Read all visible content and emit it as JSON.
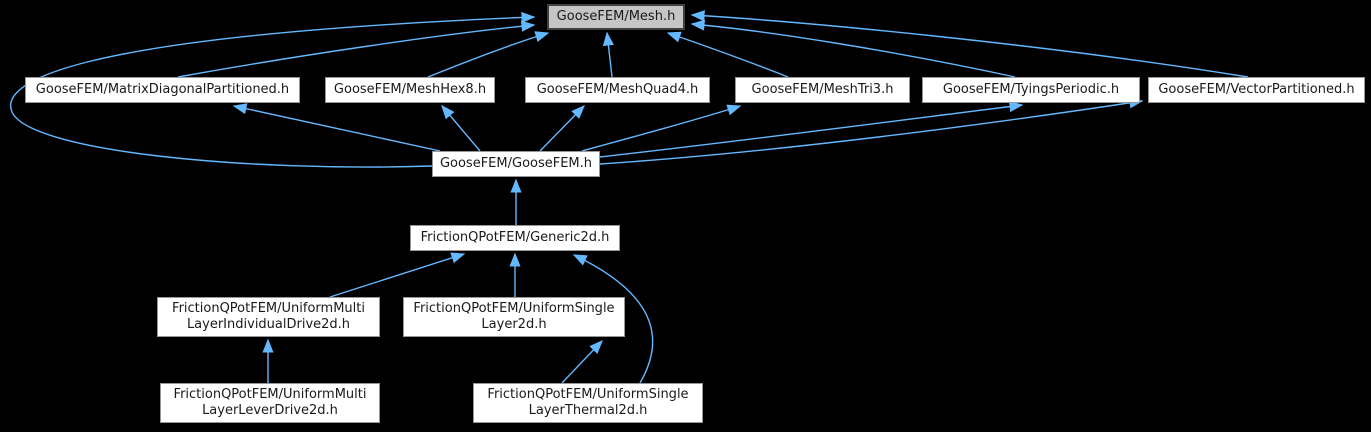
{
  "diagram": {
    "type": "include-dependency-graph",
    "highlighted_node": "GooseFEM/Mesh.h",
    "colors": {
      "background": "#000000",
      "edge": "#63b8ff",
      "node_fill": "#ffffff",
      "node_border": "#969696",
      "highlight_fill": "#c5c5c5",
      "highlight_border": "#404040",
      "text": "#1a1a1a"
    },
    "nodes": [
      {
        "id": "mesh",
        "line1": "GooseFEM/Mesh.h",
        "line2": "",
        "highlighted": true
      },
      {
        "id": "matrixdiagpart",
        "line1": "GooseFEM/MatrixDiagonalPartitioned.h",
        "line2": "",
        "highlighted": false
      },
      {
        "id": "meshhex8",
        "line1": "GooseFEM/MeshHex8.h",
        "line2": "",
        "highlighted": false
      },
      {
        "id": "meshquad4",
        "line1": "GooseFEM/MeshQuad4.h",
        "line2": "",
        "highlighted": false
      },
      {
        "id": "meshtri3",
        "line1": "GooseFEM/MeshTri3.h",
        "line2": "",
        "highlighted": false
      },
      {
        "id": "tyingsperiodic",
        "line1": "GooseFEM/TyingsPeriodic.h",
        "line2": "",
        "highlighted": false
      },
      {
        "id": "vectorpartitioned",
        "line1": "GooseFEM/VectorPartitioned.h",
        "line2": "",
        "highlighted": false
      },
      {
        "id": "goosefem",
        "line1": "GooseFEM/GooseFEM.h",
        "line2": "",
        "highlighted": false
      },
      {
        "id": "generic2d",
        "line1": "FrictionQPotFEM/Generic2d.h",
        "line2": "",
        "highlighted": false
      },
      {
        "id": "multilayer-individual",
        "line1": "FrictionQPotFEM/UniformMulti",
        "line2": "LayerIndividualDrive2d.h",
        "highlighted": false
      },
      {
        "id": "singlelayer2d",
        "line1": "FrictionQPotFEM/UniformSingle",
        "line2": "Layer2d.h",
        "highlighted": false
      },
      {
        "id": "multilayer-lever",
        "line1": "FrictionQPotFEM/UniformMulti",
        "line2": "LayerLeverDrive2d.h",
        "highlighted": false
      },
      {
        "id": "singlelayer-thermal",
        "line1": "FrictionQPotFEM/UniformSingle",
        "line2": "LayerThermal2d.h",
        "highlighted": false
      }
    ],
    "edges": [
      {
        "from": "goosefem",
        "to": "mesh"
      },
      {
        "from": "matrixdiagpart",
        "to": "mesh"
      },
      {
        "from": "meshhex8",
        "to": "mesh"
      },
      {
        "from": "meshquad4",
        "to": "mesh"
      },
      {
        "from": "meshtri3",
        "to": "mesh"
      },
      {
        "from": "tyingsperiodic",
        "to": "mesh"
      },
      {
        "from": "vectorpartitioned",
        "to": "mesh"
      },
      {
        "from": "goosefem",
        "to": "matrixdiagpart"
      },
      {
        "from": "goosefem",
        "to": "meshhex8"
      },
      {
        "from": "goosefem",
        "to": "meshquad4"
      },
      {
        "from": "goosefem",
        "to": "meshtri3"
      },
      {
        "from": "goosefem",
        "to": "tyingsperiodic"
      },
      {
        "from": "goosefem",
        "to": "vectorpartitioned"
      },
      {
        "from": "generic2d",
        "to": "goosefem"
      },
      {
        "from": "multilayer-individual",
        "to": "generic2d"
      },
      {
        "from": "singlelayer2d",
        "to": "generic2d"
      },
      {
        "from": "singlelayer-thermal",
        "to": "generic2d"
      },
      {
        "from": "multilayer-lever",
        "to": "multilayer-individual"
      },
      {
        "from": "singlelayer-thermal",
        "to": "singlelayer2d"
      }
    ]
  }
}
